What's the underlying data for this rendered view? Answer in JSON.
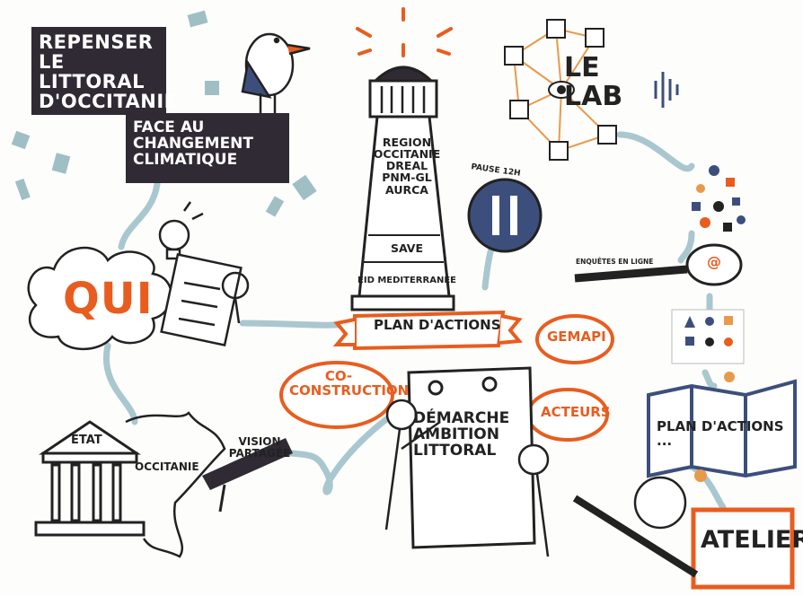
{
  "title": {
    "line1": "REPENSER LE\nLITTORAL\nD'OCCITANIE",
    "line2": "FACE AU CHANGEMENT\nCLIMATIQUE"
  },
  "qui": "QUI",
  "lighthouse": {
    "top": "REGION\nOCCITANIE\nDREAL\nPNM-GL\nAURCA",
    "middle": "SAVE",
    "bottom": "EID MEDITERRANÉE"
  },
  "lab": "LE\nLAB",
  "pause": "PAUSE 12H",
  "enquetes": "ENQUÊTES EN LIGNE",
  "at_symbol": "@",
  "plan_actions": "PLAN D'ACTIONS",
  "gemapi": "GEMAPI",
  "acteurs": "ACTEURS",
  "coconstruction": "CO-\nCONSTRUCTION",
  "demarche": "DÉMARCHE\nAMBITION\nLITTORAL",
  "etat": "ÉTAT",
  "occitanie": "OCCITANIE",
  "vision": "VISION\nPARTAGÉE",
  "plan2": "PLAN D'ACTIONS ...",
  "atelier": "ATELIER",
  "colors": {
    "orange": "#e85d1f",
    "dark": "#2f2a33",
    "teal": "#a9c7cf",
    "slate": "#3c4f7c"
  }
}
